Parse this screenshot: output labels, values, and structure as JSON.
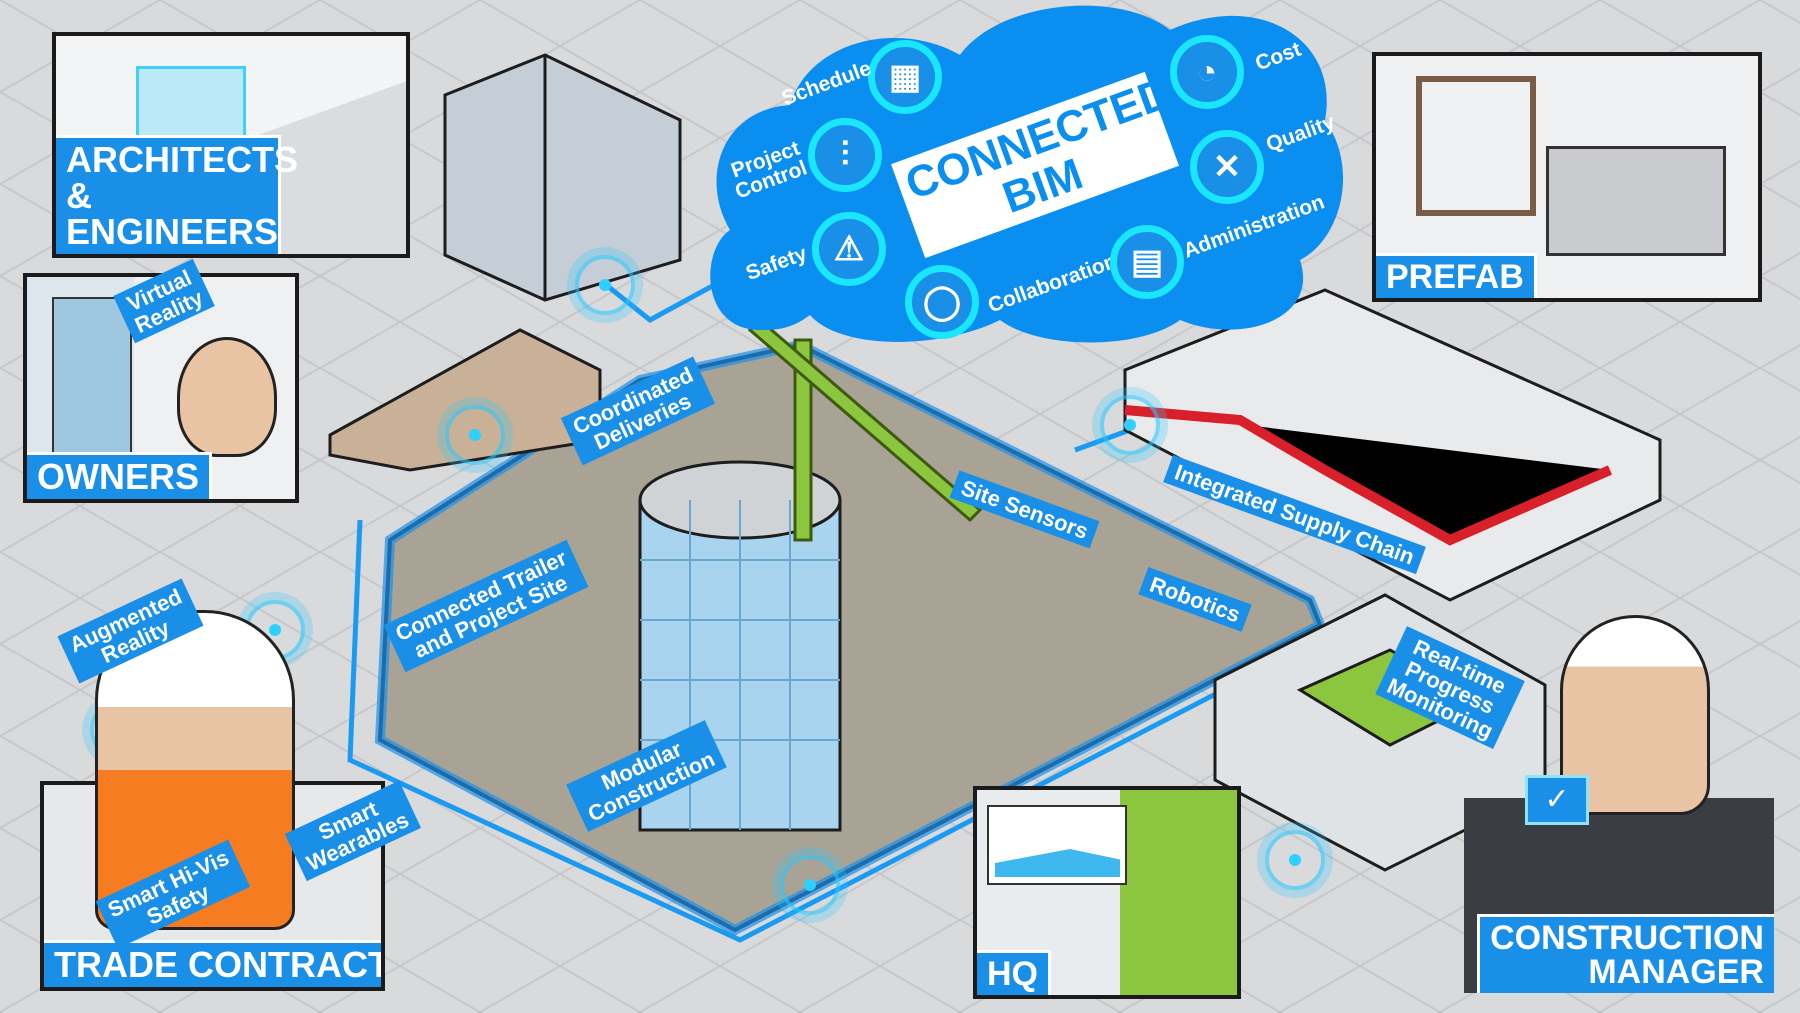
{
  "cloud": {
    "title_line1": "CONNECTED",
    "title_line2": "BIM",
    "items": [
      {
        "label": "Schedule",
        "icon": "calendar-clock-icon"
      },
      {
        "label": "Project Control",
        "icon": "sliders-icon"
      },
      {
        "label": "Safety",
        "icon": "warning-triangle-icon"
      },
      {
        "label": "Collaboration",
        "icon": "share-network-icon"
      },
      {
        "label": "Administration",
        "icon": "documents-lock-icon"
      },
      {
        "label": "Quality",
        "icon": "ruler-pencil-icon"
      },
      {
        "label": "Cost",
        "icon": "chart-pie-icon"
      }
    ]
  },
  "panels": {
    "architects": "ARCHITECTS & ENGINEERS",
    "owners": "OWNERS",
    "trade": "TRADE CONTRACTOR",
    "hq": "HQ",
    "cm_line1": "CONSTRUCTION",
    "cm_line2": "MANAGER",
    "prefab": "PREFAB"
  },
  "tags": {
    "virtual_reality": [
      "Virtual",
      "Reality"
    ],
    "augmented_reality": [
      "Augmented",
      "Reality"
    ],
    "smart_wearables": [
      "Smart",
      "Wearables"
    ],
    "smart_hivis": [
      "Smart Hi-Vis",
      "Safety"
    ],
    "coordinated_deliveries": [
      "Coordinated",
      "Deliveries"
    ],
    "site_sensors": "Site Sensors",
    "integrated_supply_chain": "Integrated Supply Chain",
    "robotics": "Robotics",
    "connected_trailer": [
      "Connected Trailer",
      "and Project Site"
    ],
    "modular_construction": [
      "Modular",
      "Construction"
    ],
    "realtime_progress": [
      "Real-time",
      "Progress",
      "Monitoring"
    ]
  },
  "colors": {
    "brand_blue": "#1a8fe8",
    "cyan": "#19e6ff",
    "cloud": "#0a8ff0"
  }
}
